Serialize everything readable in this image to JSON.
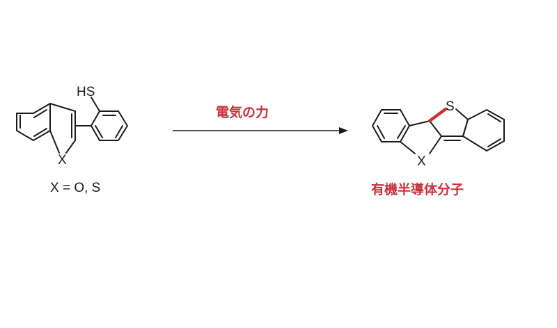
{
  "reactant": {
    "thiol_label": "HS",
    "heteroatom_label": "X",
    "condition_caption": "X = O, S"
  },
  "arrow": {
    "label": "電気の力"
  },
  "product": {
    "sulfur_label": "S",
    "heteroatom_label": "X",
    "caption": "有機半導体分子"
  },
  "colors": {
    "accent": "#c8323a",
    "ink": "#1a1a1a",
    "background": "#ffffff"
  }
}
